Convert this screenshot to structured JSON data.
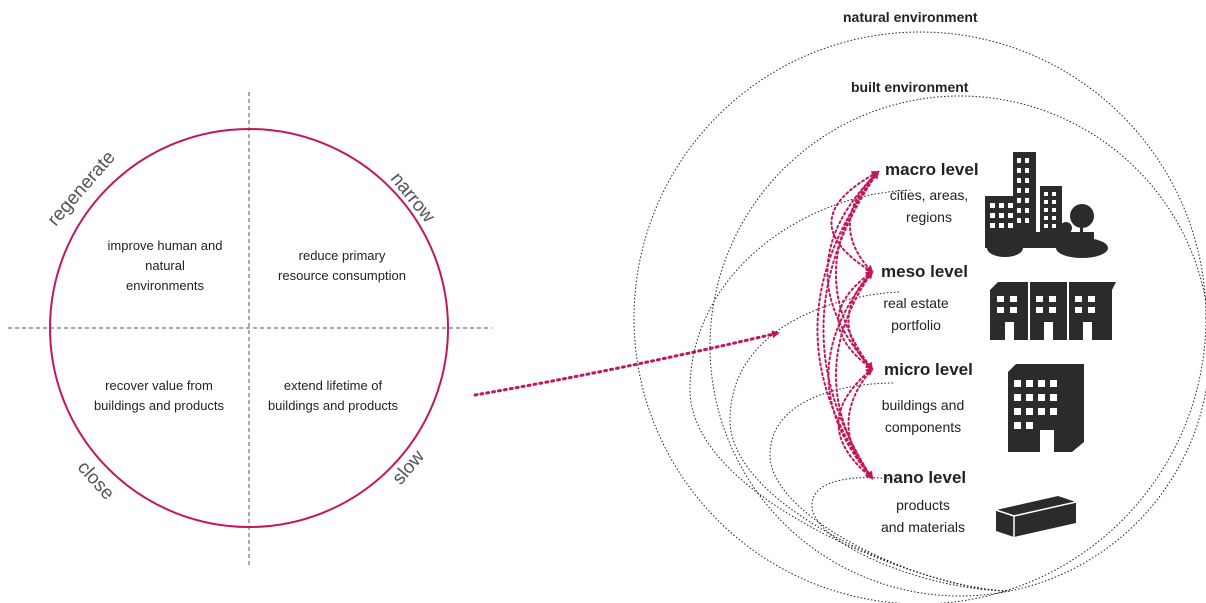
{
  "circular_strategies": {
    "arc_labels": {
      "regenerate": "regenerate",
      "narrow": "narrow",
      "close": "close",
      "slow": "slow"
    },
    "quadrants": {
      "top_left": [
        "improve human and",
        "natural",
        "environments"
      ],
      "top_right": [
        "reduce primary",
        "resource consumption"
      ],
      "bottom_left": [
        "recover value from",
        "buildings and products"
      ],
      "bottom_right": [
        "extend lifetime of",
        "buildings and products"
      ]
    }
  },
  "environments": {
    "natural": "natural environment",
    "built": "built environment"
  },
  "levels": [
    {
      "title": "macro level",
      "description": [
        "cities, areas,",
        "regions"
      ],
      "icon": "city-skyline-icon"
    },
    {
      "title": "meso level",
      "description": [
        "real estate",
        "portfolio"
      ],
      "icon": "row-houses-icon"
    },
    {
      "title": "micro level",
      "description": [
        "buildings and",
        "components"
      ],
      "icon": "building-icon"
    },
    {
      "title": "nano level",
      "description": [
        "products",
        "and materials"
      ],
      "icon": "material-block-icon"
    }
  ],
  "colors": {
    "accent": "#c2185b",
    "ink": "#2b2b2b",
    "line": "#333333"
  }
}
